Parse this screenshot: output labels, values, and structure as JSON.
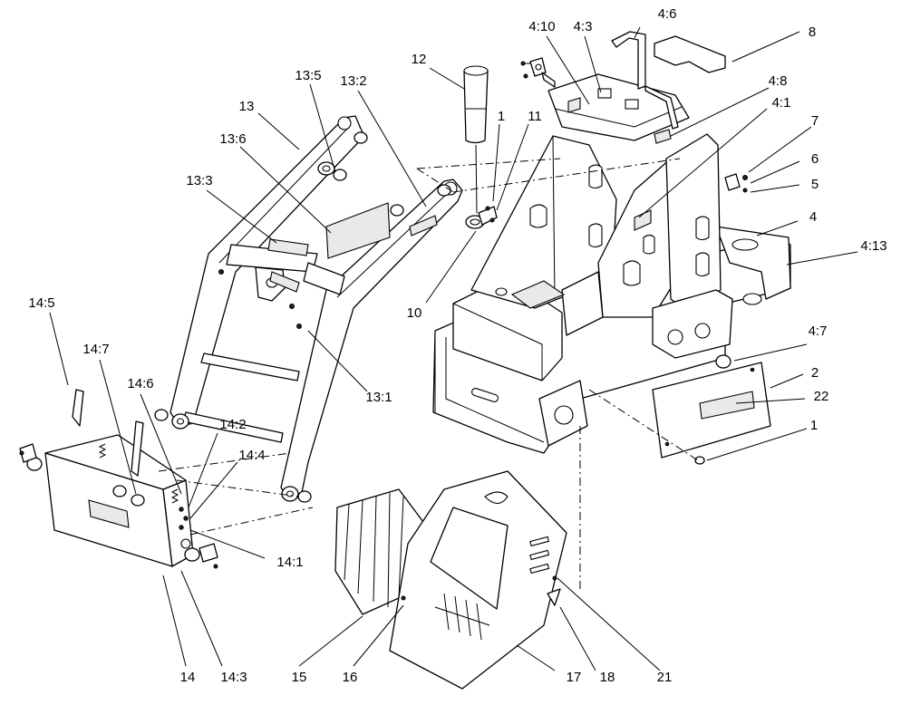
{
  "diagram": {
    "callouts": [
      {
        "key": "c_4_6",
        "text": "4:6"
      },
      {
        "key": "c_8",
        "text": "8"
      },
      {
        "key": "c_4_10",
        "text": "4:10"
      },
      {
        "key": "c_4_3",
        "text": "4:3"
      },
      {
        "key": "c_12",
        "text": "12"
      },
      {
        "key": "c_13_5",
        "text": "13:5"
      },
      {
        "key": "c_13_2",
        "text": "13:2"
      },
      {
        "key": "c_13",
        "text": "13"
      },
      {
        "key": "c_4_8",
        "text": "4:8"
      },
      {
        "key": "c_4_1",
        "text": "4:1"
      },
      {
        "key": "c_1_top",
        "text": "1"
      },
      {
        "key": "c_11",
        "text": "11"
      },
      {
        "key": "c_13_6",
        "text": "13:6"
      },
      {
        "key": "c_7",
        "text": "7"
      },
      {
        "key": "c_6",
        "text": "6"
      },
      {
        "key": "c_5",
        "text": "5"
      },
      {
        "key": "c_13_3",
        "text": "13:3"
      },
      {
        "key": "c_4",
        "text": "4"
      },
      {
        "key": "c_4_13",
        "text": "4:13"
      },
      {
        "key": "c_10",
        "text": "10"
      },
      {
        "key": "c_14_5",
        "text": "14:5"
      },
      {
        "key": "c_14_7",
        "text": "14:7"
      },
      {
        "key": "c_4_7",
        "text": "4:7"
      },
      {
        "key": "c_2",
        "text": "2"
      },
      {
        "key": "c_14_6",
        "text": "14:6"
      },
      {
        "key": "c_13_1",
        "text": "13:1"
      },
      {
        "key": "c_22",
        "text": "22"
      },
      {
        "key": "c_14_2",
        "text": "14:2"
      },
      {
        "key": "c_1_bottom",
        "text": "1"
      },
      {
        "key": "c_14_4",
        "text": "14:4"
      },
      {
        "key": "c_14_1",
        "text": "14:1"
      },
      {
        "key": "c_14",
        "text": "14"
      },
      {
        "key": "c_14_3",
        "text": "14:3"
      },
      {
        "key": "c_15",
        "text": "15"
      },
      {
        "key": "c_16",
        "text": "16"
      },
      {
        "key": "c_17",
        "text": "17"
      },
      {
        "key": "c_18",
        "text": "18"
      },
      {
        "key": "c_21",
        "text": "21"
      }
    ]
  }
}
